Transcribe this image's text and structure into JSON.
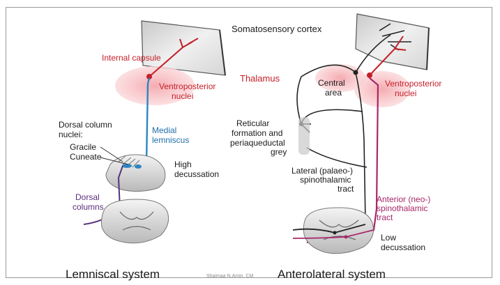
{
  "labels": {
    "somatosensory_cortex": "Somatosensory cortex",
    "internal_capsule": "Internal capsule",
    "thalamus": "Thalamus",
    "ventroposterior_left_1": "Ventroposterior",
    "ventroposterior_left_2": "nuclei",
    "ventroposterior_right_1": "Ventroposterior",
    "ventroposterior_right_2": "nuclei",
    "central_area_1": "Central",
    "central_area_2": "area",
    "dorsal_column_nuclei_1": "Dorsal column",
    "dorsal_column_nuclei_2": "nuclei:",
    "gracile": "Gracile",
    "cuneate": "Cuneate",
    "medial_lemniscus_1": "Medial",
    "medial_lemniscus_2": "lemniscus",
    "high_decussation_1": "High",
    "high_decussation_2": "decussation",
    "dorsal_columns_1": "Dorsal",
    "dorsal_columns_2": "columns",
    "reticular_1": "Reticular",
    "reticular_2": "formation and",
    "reticular_3": "periaqueductal",
    "reticular_4": "grey",
    "lateral_tract_1": "Lateral (palaeo-)",
    "lateral_tract_2": "spinothalamic",
    "lateral_tract_3": "tract",
    "anterior_tract_1": "Anterior (neo-)",
    "anterior_tract_2": "spinothalamic",
    "anterior_tract_3": "tract",
    "low_decussation_1": "Low",
    "low_decussation_2": "decussation",
    "lemniscal_system": "Lemniscal system",
    "anterolateral_system": "Anterolateral system",
    "watermark": "Shaimaa N.Amin, CM"
  },
  "colors": {
    "red_pathway": "#c4202a",
    "blue_pathway": "#2b86c2",
    "purple_pathway": "#5a2f7e",
    "magenta_pathway": "#a8276a",
    "thalamus_fill": "#f7c5c8",
    "cortex_fill": "#d9d9d9"
  }
}
